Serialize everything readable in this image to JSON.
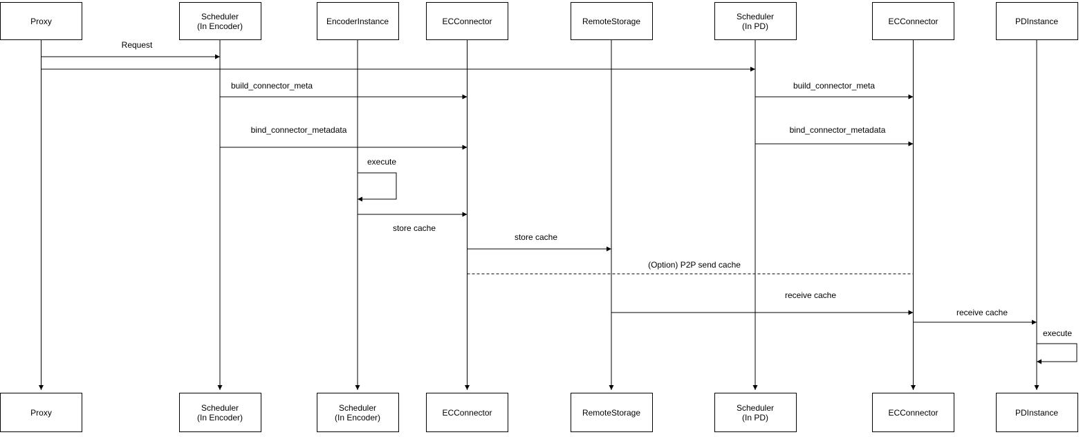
{
  "colors": {
    "stroke": "#000000",
    "box_fill": "#ffffff",
    "background": "#ffffff",
    "text": "#000000"
  },
  "actors": {
    "top": [
      {
        "lines": [
          "Proxy"
        ]
      },
      {
        "lines": [
          "Scheduler",
          "(In Encoder)"
        ]
      },
      {
        "lines": [
          "EncoderInstance"
        ]
      },
      {
        "lines": [
          "ECConnector"
        ]
      },
      {
        "lines": [
          "RemoteStorage"
        ]
      },
      {
        "lines": [
          "Scheduler",
          "(In PD)"
        ]
      },
      {
        "lines": [
          "ECConnector"
        ]
      },
      {
        "lines": [
          "PDInstance"
        ]
      }
    ],
    "bottom": [
      {
        "lines": [
          "Proxy"
        ]
      },
      {
        "lines": [
          "Scheduler",
          "(In Encoder)"
        ]
      },
      {
        "lines": [
          "Scheduler",
          "(In Encoder)"
        ]
      },
      {
        "lines": [
          "ECConnector"
        ]
      },
      {
        "lines": [
          "RemoteStorage"
        ]
      },
      {
        "lines": [
          "Scheduler",
          "(In PD)"
        ]
      },
      {
        "lines": [
          "ECConnector"
        ]
      },
      {
        "lines": [
          "PDInstance"
        ]
      }
    ]
  },
  "messages": {
    "request": "Request",
    "build_connector_meta_encoder": "build_connector_meta",
    "bind_connector_metadata_encoder": "bind_connector_metadata",
    "execute_encoder": "execute",
    "store_cache_encoder": "store cache",
    "store_cache_remote": "store cache",
    "p2p_send_cache": "(Option) P2P send cache",
    "receive_cache_ec": "receive cache",
    "receive_cache_pd": "receive cache",
    "build_connector_meta_pd": "build_connector_meta",
    "bind_connector_metadata_pd": "bind_connector_metadata",
    "execute_pd": "execute"
  }
}
